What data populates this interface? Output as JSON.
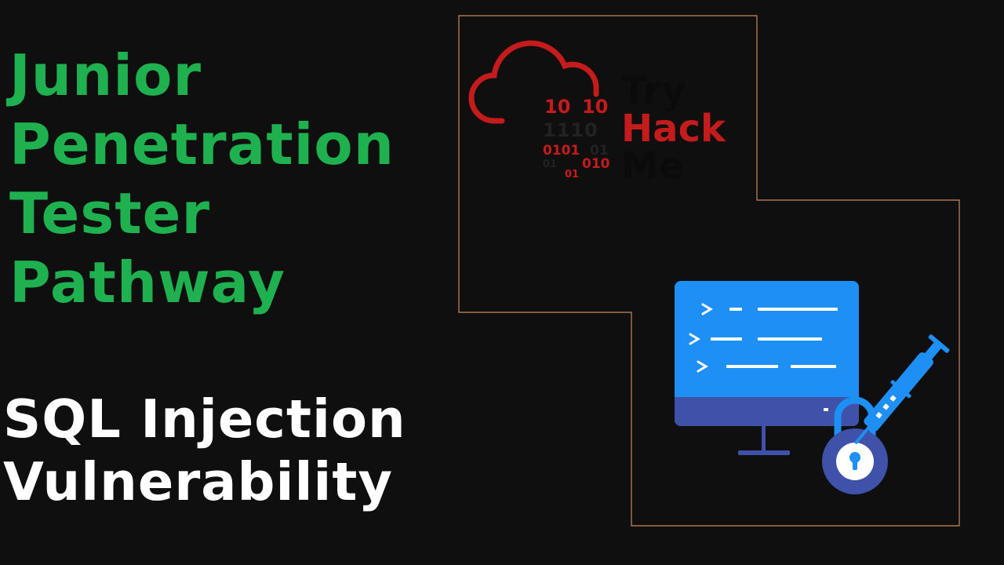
{
  "heading": {
    "lines": [
      "Junior",
      "Penetration",
      "Tester",
      "Pathway"
    ],
    "color": "#1fb04f"
  },
  "subheading": {
    "lines": [
      "SQL Injection",
      "Vulnerability"
    ],
    "color": "#ffffff"
  },
  "logo": {
    "word_try": "Try",
    "word_hack": "Hack",
    "word_me": "Me",
    "binary": [
      "10",
      "10",
      "1110",
      "0101",
      "01",
      "01",
      "010",
      "01"
    ],
    "red": "#c41c1c",
    "dark": "#0b0b0b"
  },
  "frame": {
    "color": "#c98a5c"
  },
  "illustration": {
    "icons": [
      "terminal-monitor-icon",
      "padlock-icon",
      "syringe-icon"
    ],
    "monitor_color": "#1e90f5",
    "base_color": "#3f51a8"
  }
}
